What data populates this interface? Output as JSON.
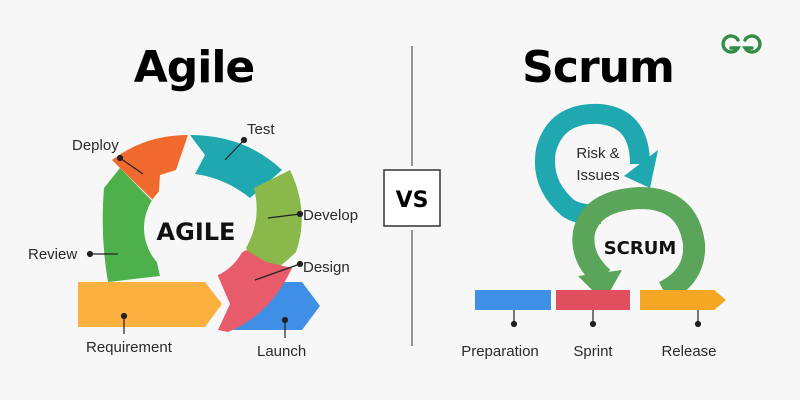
{
  "left": {
    "title": "Agile",
    "center": "AGILE",
    "labels": {
      "deploy": "Deploy",
      "test": "Test",
      "develop": "Develop",
      "review": "Review",
      "design": "Design",
      "requirement": "Requirement",
      "launch": "Launch"
    }
  },
  "divider": {
    "vs": "VS"
  },
  "right": {
    "title": "Scrum",
    "risk_line1": "Risk &",
    "risk_line2": "Issues",
    "center": "SCRUM",
    "labels": {
      "preparation": "Preparation",
      "sprint": "Sprint",
      "release": "Release"
    }
  },
  "logo": {
    "icon": "gfg-logo-icon"
  },
  "colors": {
    "orange": "#f06a2d",
    "teal": "#1fa8b0",
    "lime": "#8ab84b",
    "green": "#4db04b",
    "red": "#e85b6a",
    "yellow": "#fbb040",
    "blue": "#3f8fe6",
    "scrum_green": "#5aa55a",
    "scrum_red": "#e0505e",
    "scrum_orange": "#f5a623",
    "scrum_blue": "#3f8fe6"
  }
}
